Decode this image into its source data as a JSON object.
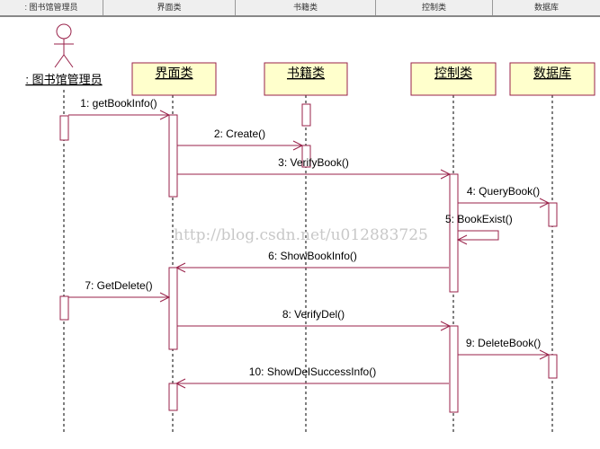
{
  "header_columns": [
    ": 图书馆管理员",
    "界面类",
    "书籍类",
    "控制类",
    "数据库"
  ],
  "participants": [
    {
      "name": ": 图书馆管理员",
      "kind": "actor"
    },
    {
      "name": "界面类",
      "kind": "object"
    },
    {
      "name": "书籍类",
      "kind": "object"
    },
    {
      "name": "控制类",
      "kind": "object"
    },
    {
      "name": "数据库",
      "kind": "object"
    }
  ],
  "messages": [
    {
      "label": "1: getBookInfo()",
      "from": 0,
      "to": 1
    },
    {
      "label": "2: Create()",
      "from": 1,
      "to": 2
    },
    {
      "label": "3: VerifyBook()",
      "from": 1,
      "to": 3
    },
    {
      "label": "4: QueryBook()",
      "from": 3,
      "to": 4
    },
    {
      "label": "5: BookExist()",
      "from": 3,
      "to": 3
    },
    {
      "label": "6: ShowBookInfo()",
      "from": 3,
      "to": 1
    },
    {
      "label": "7: GetDelete()",
      "from": 0,
      "to": 1
    },
    {
      "label": "8: VerifyDel()",
      "from": 1,
      "to": 3
    },
    {
      "label": "9: DeleteBook()",
      "from": 3,
      "to": 4
    },
    {
      "label": "10: ShowDelSuccessInfo()",
      "from": 3,
      "to": 1
    }
  ],
  "watermark": "http://blog.csdn.net/u012883725",
  "colors": {
    "line": "#99224a",
    "box_fill": "#ffffcc"
  }
}
